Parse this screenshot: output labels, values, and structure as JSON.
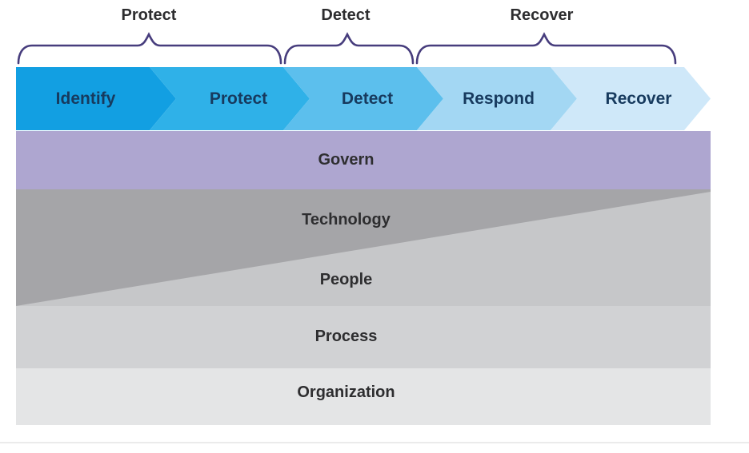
{
  "phases": [
    {
      "label": "Protect"
    },
    {
      "label": "Detect"
    },
    {
      "label": "Recover"
    }
  ],
  "chevrons": [
    {
      "label": "Identify",
      "color": "#129fe2"
    },
    {
      "label": "Protect",
      "color": "#2fb1e8"
    },
    {
      "label": "Detect",
      "color": "#5cbfed"
    },
    {
      "label": "Respond",
      "color": "#a3d7f3"
    },
    {
      "label": "Recover",
      "color": "#cfe8f9"
    }
  ],
  "layers": [
    {
      "label": "Govern",
      "color": "#aea6d0"
    },
    {
      "label": "Technology",
      "color": "#a5a5a8"
    },
    {
      "label": "People",
      "color": "#c6c7c9"
    },
    {
      "label": "Process",
      "color": "#d1d2d4"
    },
    {
      "label": "Organization",
      "color": "#e4e5e6"
    }
  ],
  "colors": {
    "brace": "#473d7d",
    "chevron_text": "#173a5e",
    "layer_text": "#2e2e30",
    "phase_text": "#2d2d2f",
    "background": "#ffffff"
  }
}
